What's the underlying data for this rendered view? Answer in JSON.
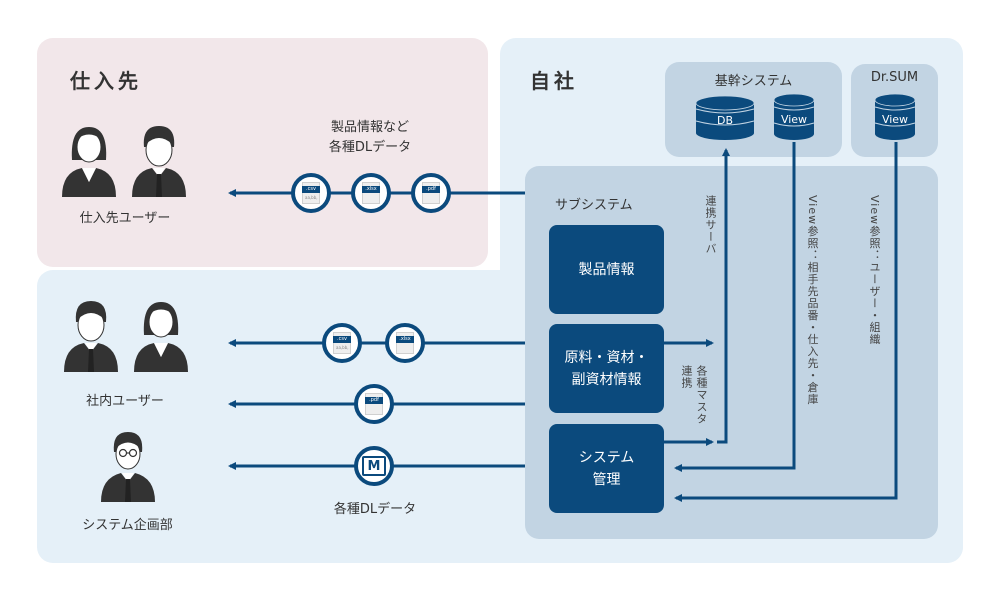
{
  "colors": {
    "navy": "#0b4a7d",
    "supplier_zone": "#f2e7ea",
    "company_zone": "#e5f0f8",
    "panel": "#c2d4e3",
    "person": "#333333"
  },
  "supplier": {
    "title": "仕入先",
    "users_label": "仕入先ユーザー",
    "data_label_line1": "製品情報など",
    "data_label_line2": "各種DLデータ",
    "files": [
      ".csv",
      ".xlsx",
      ".pdf"
    ]
  },
  "company": {
    "title": "自社",
    "core_system": {
      "title": "基幹システム",
      "db_label": "DB",
      "view_label": "View"
    },
    "drsum": {
      "title": "Dr.SUM",
      "view_label": "View"
    },
    "subsystem": {
      "title": "サブシステム",
      "modules": [
        {
          "label": "製品情報"
        },
        {
          "label_line1": "原料・資材・",
          "label_line2": "副資材情報"
        },
        {
          "label_line1": "システム",
          "label_line2": "管理"
        }
      ]
    },
    "connections": {
      "link_server": "連携サーバ",
      "master_link_line1": "各種マスタ",
      "master_link_line2": "連携",
      "view_ref_core": "View参照：相手先品番・仕入先・倉庫",
      "view_ref_drsum": "View参照：ユーザー・組織"
    },
    "internal_users_label": "社内ユーザー",
    "system_planning_label": "システム企画部",
    "internal_files_row1": [
      ".csv",
      ".xlsx"
    ],
    "internal_files_row2": [
      ".pdf"
    ],
    "dl_data_label": "各種DLデータ",
    "mail_icon": "M"
  },
  "icons": {
    "person_female": "person-female-icon",
    "person_male": "person-male-icon",
    "person_glasses": "person-glasses-icon",
    "database": "database-cylinder-icon",
    "csv_file": "csv-file-icon",
    "xlsx_file": "xlsx-file-icon",
    "pdf_file": "pdf-file-icon",
    "mail": "mail-m-icon",
    "arrow": "arrow-icon"
  }
}
